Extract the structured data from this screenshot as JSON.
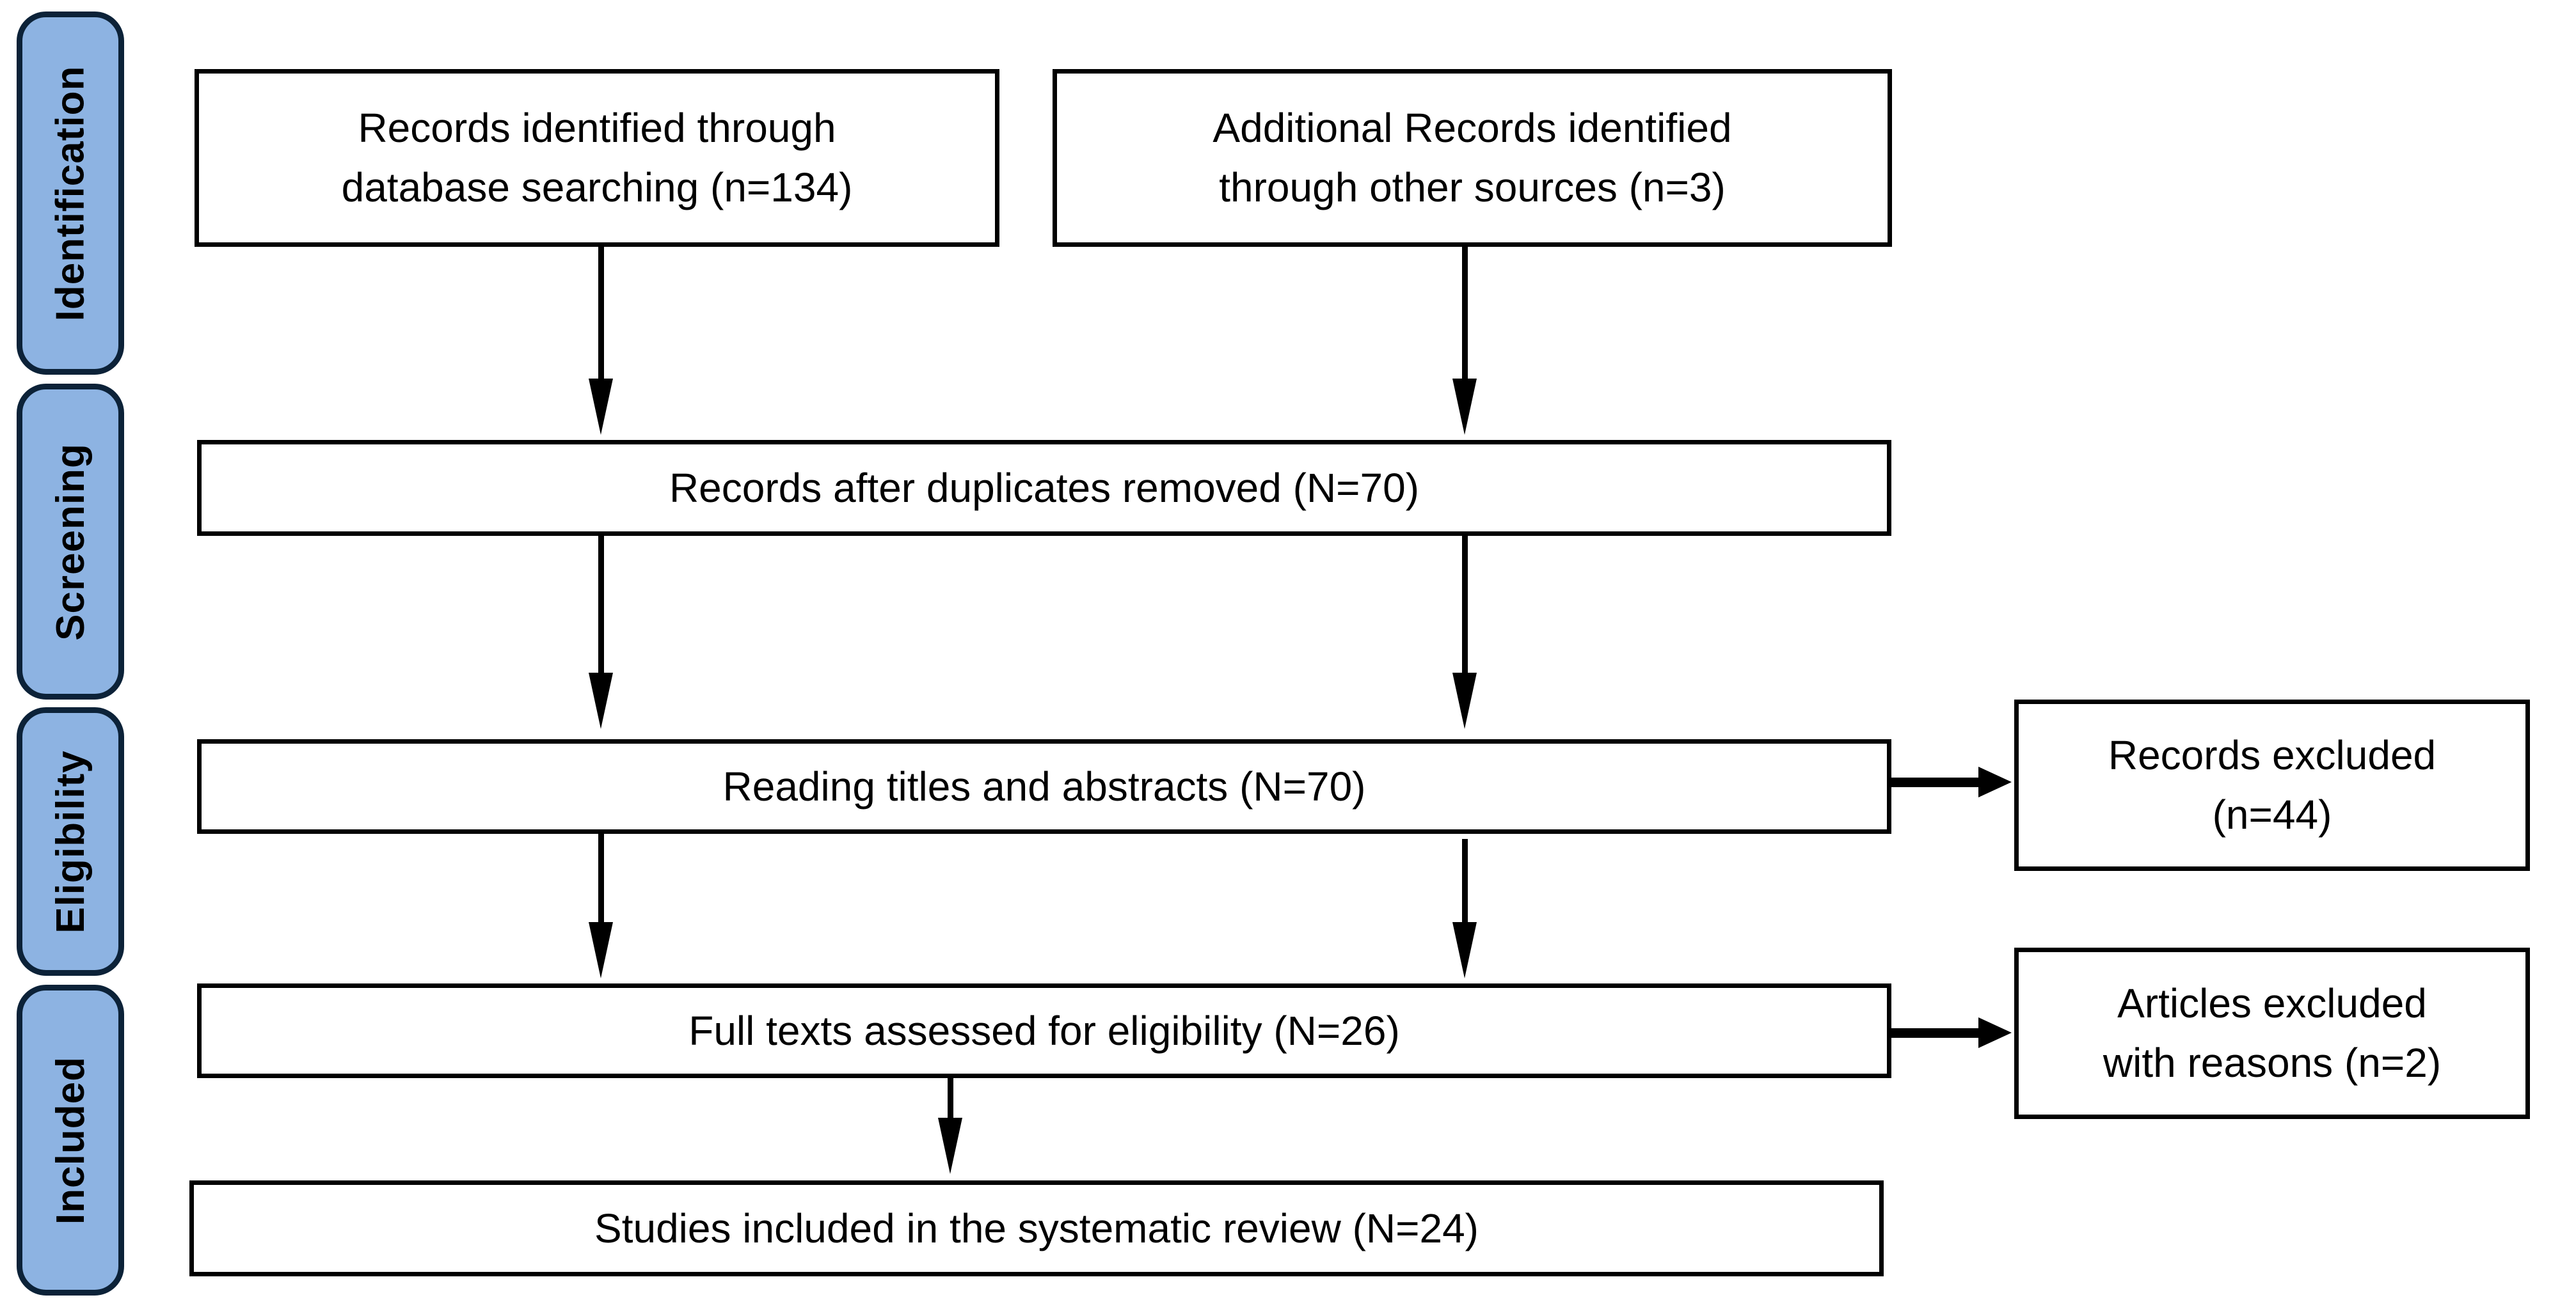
{
  "sidebar": {
    "stages": [
      {
        "label": "Identification"
      },
      {
        "label": "Screening"
      },
      {
        "label": "Eligibility"
      },
      {
        "label": "Included"
      }
    ]
  },
  "flow": {
    "db_search": {
      "text": "Records identified through\ndatabase searching (n=134)",
      "count": 134
    },
    "other_sources": {
      "text": "Additional Records identified\nthrough other sources (n=3)",
      "count": 3
    },
    "duplicates_removed": {
      "text": "Records after duplicates removed (N=70)",
      "count": 70
    },
    "titles_abstracts": {
      "text": "Reading titles and abstracts (N=70)",
      "count": 70
    },
    "records_excluded": {
      "text": "Records excluded\n(n=44)",
      "count": 44
    },
    "full_texts": {
      "text": "Full texts assessed for eligibility (N=26)",
      "count": 26
    },
    "articles_excluded": {
      "text": "Articles excluded\nwith reasons (n=2)",
      "count": 2
    },
    "included_studies": {
      "text": "Studies included in the systematic review (N=24)",
      "count": 24
    }
  },
  "colors": {
    "stage_fill": "#8DB3E2",
    "stage_border": "#0C2238",
    "box_border": "#000000",
    "arrow": "#000000",
    "background": "#FFFFFF",
    "text": "#000000"
  }
}
